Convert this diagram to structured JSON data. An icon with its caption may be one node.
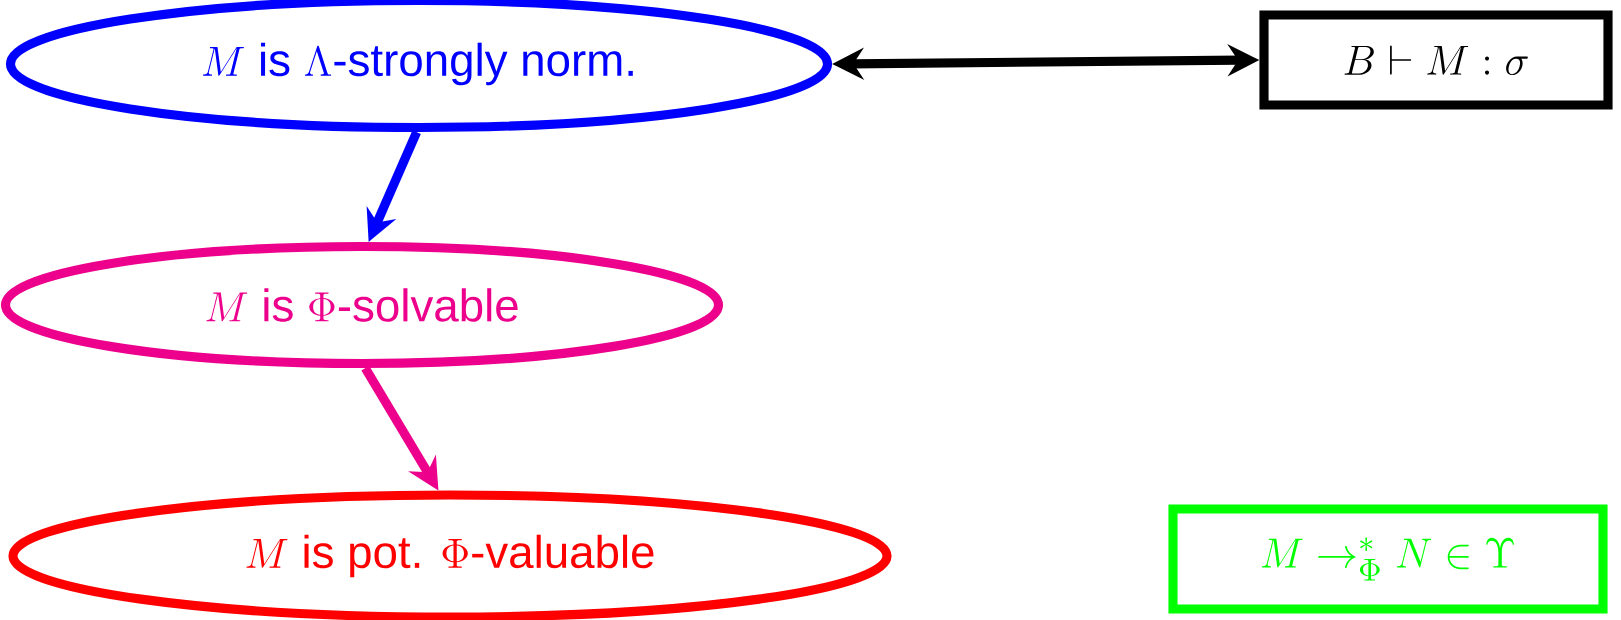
{
  "diagram": {
    "nodes": [
      {
        "text": [
          "M \\text{ is } \\Lambda\\text{-strongly norm.}"
        ]
      },
      {
        "text": [
          "B \\vdash M : \\sigma"
        ]
      },
      {
        "text": [
          "M \\text{ is } \\Phi\\text{-solvable}"
        ]
      },
      {
        "text": [
          "M \\text{ is pot. } \\Phi\\text{-valuable}"
        ]
      },
      {
        "text": [
          "M \\to^{*}_{\\Phi} N \\in \\Upsilon"
        ]
      }
    ],
    "edges": [
      {
        "from": 0,
        "to": 1,
        "arrow": "both",
        "color": "#000000"
      },
      {
        "from": 0,
        "to": 2,
        "arrow": "to",
        "color": "#0000ff"
      },
      {
        "from": 2,
        "to": 3,
        "arrow": "to",
        "color": "#ec008c"
      }
    ]
  }
}
